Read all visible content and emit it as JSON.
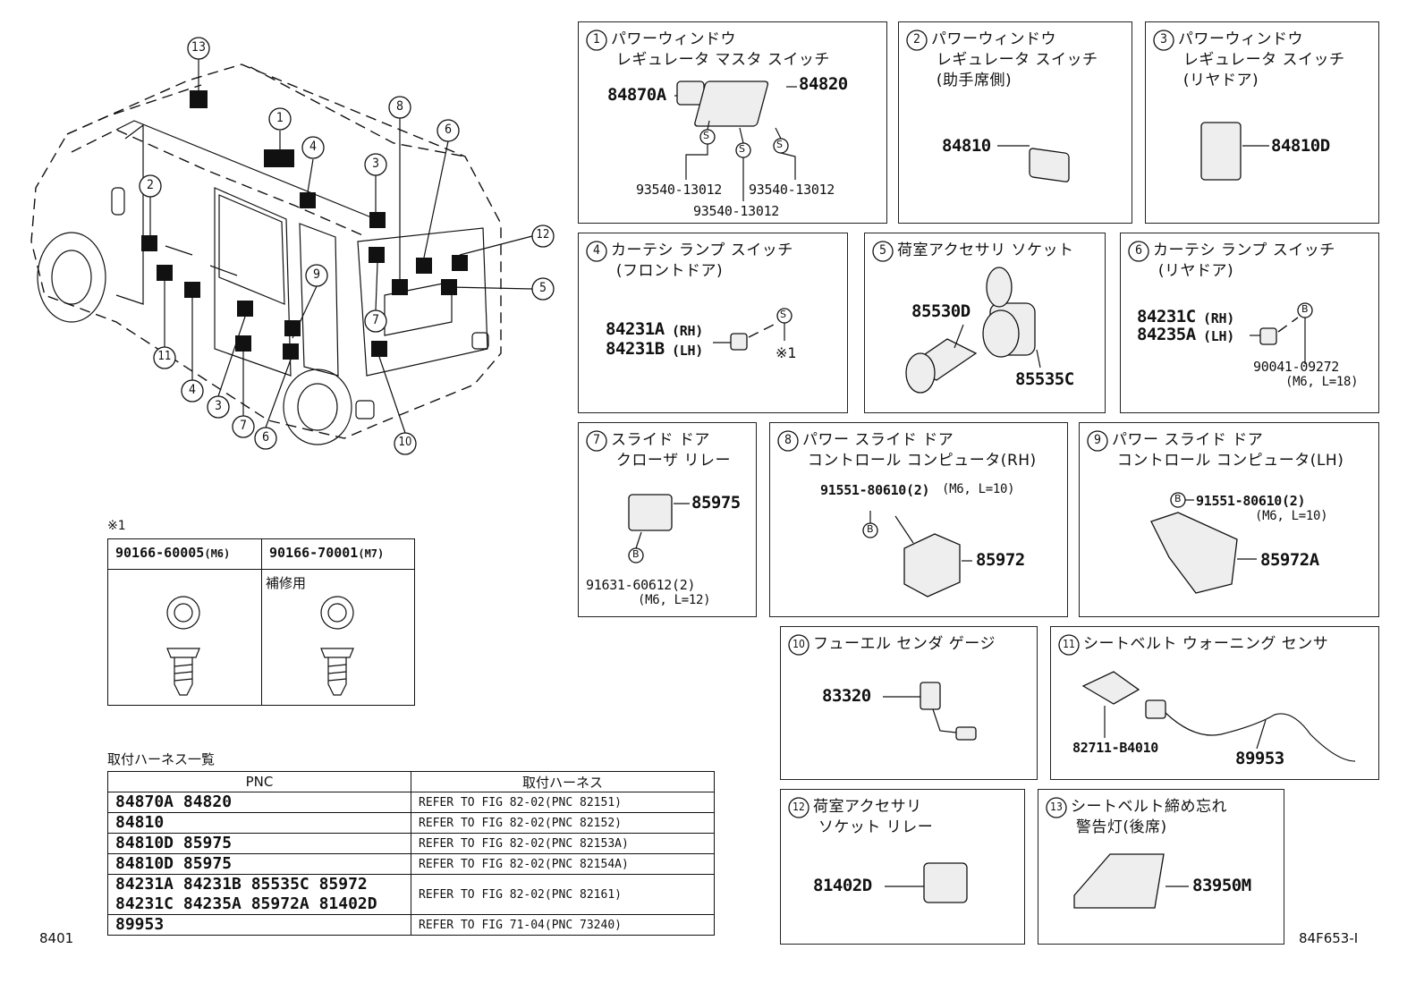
{
  "sheet": {
    "left_code": "8401",
    "right_code": "84F653-I"
  },
  "vehicle": {
    "callouts": [
      "13",
      "1",
      "4",
      "8",
      "6",
      "3",
      "2",
      "12",
      "5",
      "9",
      "7",
      "11",
      "4",
      "3",
      "7",
      "6",
      "10"
    ]
  },
  "panels": [
    {
      "num": "1",
      "title": "パワーウィンドウ\n レギュレータ マスタ スイッチ",
      "parts": {
        "a": "84870A",
        "b": "84820",
        "c": "93540-13012",
        "d": "93540-13012",
        "e": "93540-13012"
      },
      "screw": "S"
    },
    {
      "num": "2",
      "title": "パワーウィンドウ\n レギュレータ スイッチ\n (助手席側)",
      "parts": {
        "a": "84810"
      }
    },
    {
      "num": "3",
      "title": "パワーウィンドウ\n レギュレータ スイッチ\n (リヤドア)",
      "parts": {
        "a": "84810D"
      }
    },
    {
      "num": "4",
      "title": "カーテシ ランプ スイッチ\n (フロントドア)",
      "parts": {
        "a": "84231A",
        "a_side": "(RH)",
        "b": "84231B",
        "b_side": "(LH)",
        "note": "※1"
      },
      "screw": "S"
    },
    {
      "num": "5",
      "title": "荷室アクセサリ ソケット",
      "parts": {
        "a": "85530D",
        "b": "85535C"
      }
    },
    {
      "num": "6",
      "title": "カーテシ ランプ スイッチ\n (リヤドア)",
      "parts": {
        "a": "84231C",
        "a_side": "(RH)",
        "b": "84235A",
        "b_side": "(LH)",
        "c": "90041-09272",
        "c_note": "(M6, L=18)"
      },
      "screw": "B"
    },
    {
      "num": "7",
      "title": "スライド ドア\n クローザ リレー",
      "parts": {
        "a": "85975",
        "b": "91631-60612(2)",
        "b_note": "(M6, L=12)"
      },
      "screw": "B"
    },
    {
      "num": "8",
      "title": "パワー スライド ドア\n コントロール コンピュータ(RH)",
      "parts": {
        "a": "91551-80610(2)",
        "a_note": "(M6, L=10)",
        "b": "85972"
      },
      "screw": "B"
    },
    {
      "num": "9",
      "title": "パワー スライド ドア\n コントロール コンピュータ(LH)",
      "parts": {
        "a": "91551-80610(2)",
        "a_note": "(M6, L=10)",
        "b": "85972A"
      },
      "screw": "B"
    },
    {
      "num": "10",
      "title": "フューエル センダ ゲージ",
      "parts": {
        "a": "83320"
      }
    },
    {
      "num": "11",
      "title": "シートベルト ウォーニング センサ",
      "parts": {
        "a": "82711-B4010",
        "b": "89953"
      }
    },
    {
      "num": "12",
      "title": "荷室アクセサリ\n ソケット リレー",
      "parts": {
        "a": "81402D"
      }
    },
    {
      "num": "13",
      "title": "シートベルト締め忘れ\n 警告灯(後席)",
      "parts": {
        "a": "83950M"
      }
    }
  ],
  "bolt_table": {
    "mark": "※1",
    "col1": "90166-60005",
    "col1_size": "(M6)",
    "col2": "90166-70001",
    "col2_size": "(M7)",
    "col2_note": "補修用"
  },
  "harness_table": {
    "title": "取付ハーネス一覧",
    "headers": [
      "PNC",
      "取付ハーネス"
    ],
    "rows": [
      {
        "pnc": "84870A 84820",
        "ref": "REFER TO FIG 82-02(PNC 82151)"
      },
      {
        "pnc": "84810",
        "ref": "REFER TO FIG 82-02(PNC 82152)"
      },
      {
        "pnc": "84810D 85975",
        "ref": "REFER TO FIG 82-02(PNC 82153A)"
      },
      {
        "pnc": "84810D 85975",
        "ref": "REFER TO FIG 82-02(PNC 82154A)"
      },
      {
        "pnc": "84231A 84231B 85535C 85972\n84231C 84235A 85972A 81402D",
        "ref": "REFER TO FIG 82-02(PNC 82161)"
      },
      {
        "pnc": "89953",
        "ref": "REFER TO FIG 71-04(PNC 73240)"
      }
    ]
  }
}
